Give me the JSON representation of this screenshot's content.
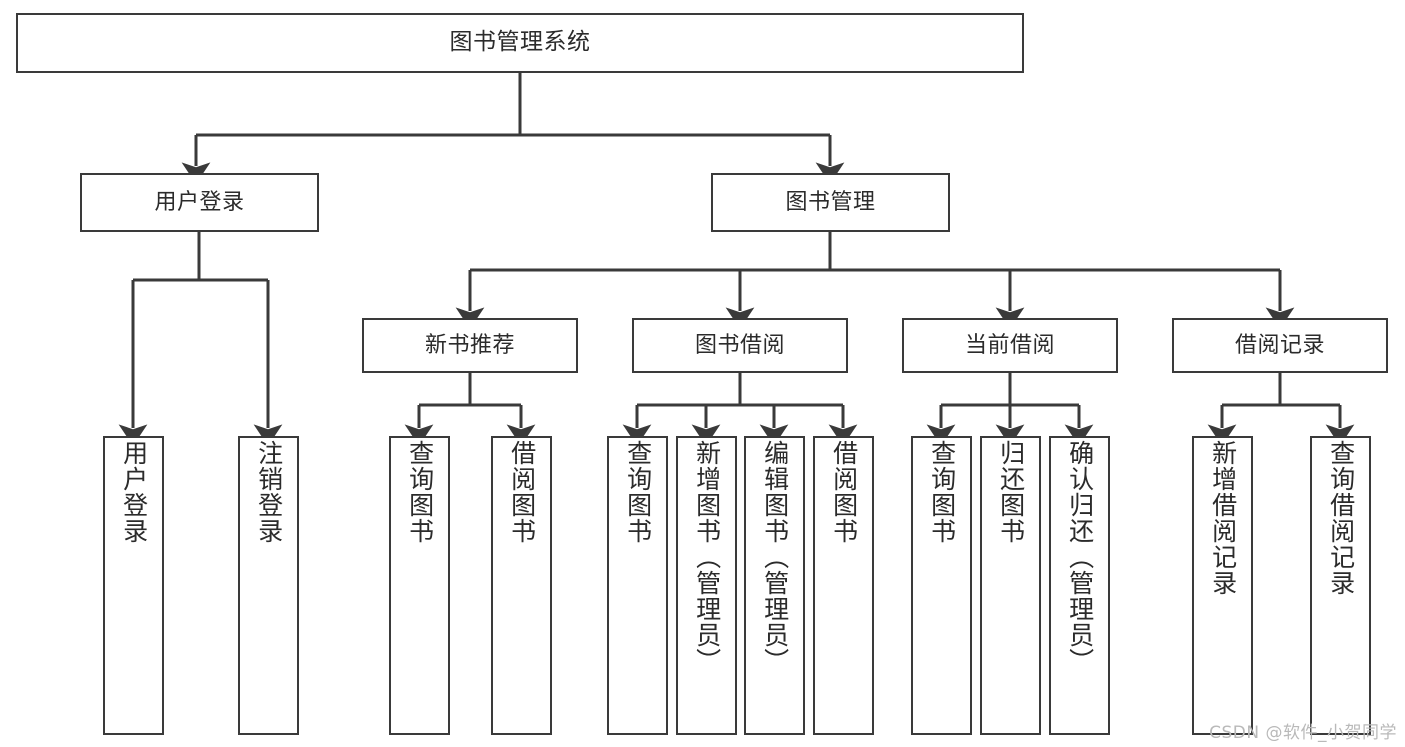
{
  "diagram": {
    "title": "图书管理系统",
    "type": "tree-structure-chart",
    "stroke_color": "#3a3a3a",
    "text_color": "#2b2b2b",
    "background_color": "#ffffff",
    "nodes": {
      "root": {
        "label": "图书管理系统"
      },
      "level2": [
        {
          "id": "user-login",
          "label": "用户登录"
        },
        {
          "id": "book-manage",
          "label": "图书管理"
        }
      ],
      "level3": [
        {
          "id": "new-book-recommend",
          "label": "新书推荐"
        },
        {
          "id": "book-borrow",
          "label": "图书借阅"
        },
        {
          "id": "current-borrow",
          "label": "当前借阅"
        },
        {
          "id": "borrow-record",
          "label": "借阅记录"
        }
      ],
      "leaves": {
        "user_login": [
          {
            "id": "leaf-user-login",
            "label": "用户登录"
          },
          {
            "id": "leaf-logout-login",
            "label": "注销登录"
          }
        ],
        "new_book_recommend": [
          {
            "id": "leaf-query-book-1",
            "label": "查询图书"
          },
          {
            "id": "leaf-borrow-book-1",
            "label": "借阅图书"
          }
        ],
        "book_borrow": [
          {
            "id": "leaf-query-book-2",
            "label": "查询图书"
          },
          {
            "id": "leaf-add-book",
            "label": "新增图书（管理员）"
          },
          {
            "id": "leaf-edit-book",
            "label": "编辑图书（管理员）"
          },
          {
            "id": "leaf-borrow-book-2",
            "label": "借阅图书"
          }
        ],
        "current_borrow": [
          {
            "id": "leaf-query-book-3",
            "label": "查询图书"
          },
          {
            "id": "leaf-return-book",
            "label": "归还图书"
          },
          {
            "id": "leaf-confirm-return",
            "label": "确认归还（管理员）"
          }
        ],
        "borrow_record": [
          {
            "id": "leaf-add-record",
            "label": "新增借阅记录"
          },
          {
            "id": "leaf-query-record",
            "label": "查询借阅记录"
          }
        ]
      }
    },
    "watermark": "CSDN @软件_小贺同学"
  }
}
